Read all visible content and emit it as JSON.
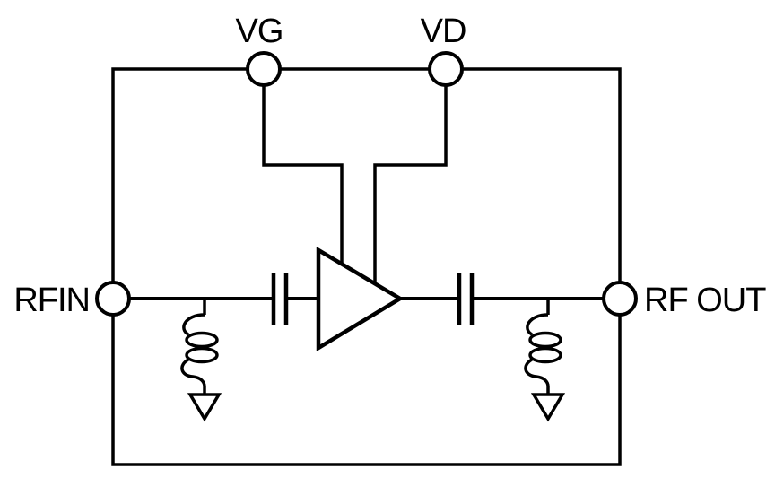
{
  "schematic": {
    "pins": {
      "vg": {
        "label": "VG"
      },
      "vd": {
        "label": "VD"
      },
      "rfin": {
        "label": "RFIN"
      },
      "rfout": {
        "label": "RF OUT"
      }
    },
    "icons": {
      "amplifier": "amplifier-triangle-icon",
      "input_capacitor": "capacitor-icon",
      "output_capacitor": "capacitor-icon",
      "input_inductor": "inductor-coil-icon",
      "output_inductor": "inductor-coil-icon",
      "input_ground": "ground-arrow-icon",
      "output_ground": "ground-arrow-icon"
    },
    "colors": {
      "line": "#000000",
      "background": "#ffffff"
    }
  }
}
